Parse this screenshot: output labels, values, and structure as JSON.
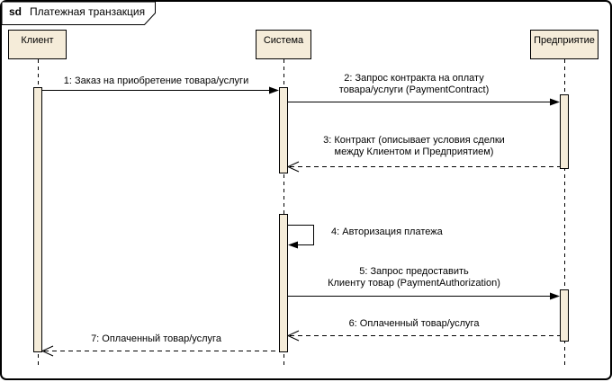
{
  "frame": {
    "keyword": "sd",
    "title": "Платежная транзакция",
    "diagram_type": "sequence-diagram"
  },
  "lifelines": [
    {
      "name": "Клиент"
    },
    {
      "name": "Система"
    },
    {
      "name": "Предприятие"
    }
  ],
  "messages": [
    {
      "num": "1",
      "type": "sync",
      "from": "Клиент",
      "to": "Система",
      "label": "1: Заказ на приобретение товара/услуги"
    },
    {
      "num": "2",
      "type": "sync",
      "from": "Система",
      "to": "Предприятие",
      "label": "2: Запрос контракта на оплату\nтовара/услуги (PaymentContract)"
    },
    {
      "num": "3",
      "type": "return",
      "from": "Предприятие",
      "to": "Система",
      "label": "3: Контракт (описывает условия сделки\nмежду Клиентом и Предприятием)"
    },
    {
      "num": "4",
      "type": "self",
      "from": "Система",
      "to": "Система",
      "label": "4: Авторизация платежа"
    },
    {
      "num": "5",
      "type": "sync",
      "from": "Система",
      "to": "Предприятие",
      "label": "5: Запрос предоставить\nКлиенту товар (PaymentAuthorization)"
    },
    {
      "num": "6",
      "type": "return",
      "from": "Предприятие",
      "to": "Система",
      "label": "6: Оплаченный товар/услуга"
    },
    {
      "num": "7",
      "type": "return",
      "from": "Система",
      "to": "Клиент",
      "label": "7: Оплаченный товар/услуга"
    }
  ],
  "colors": {
    "shape_fill": "#F5ECD9",
    "line": "#000000",
    "background": "#FFFFFF"
  }
}
